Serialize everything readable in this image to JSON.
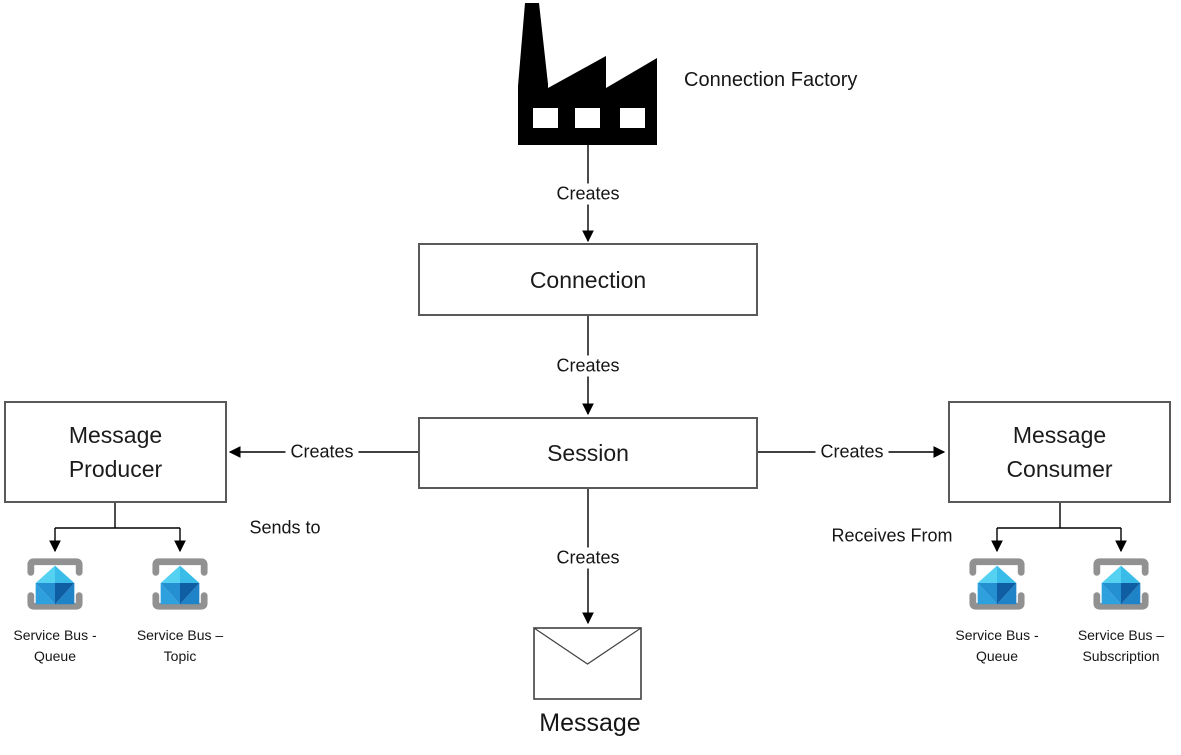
{
  "nodes": {
    "connection_factory": {
      "label": "Connection Factory"
    },
    "connection": {
      "label": "Connection"
    },
    "session": {
      "label": "Session"
    },
    "producer": {
      "line1": "Message",
      "line2": "Producer"
    },
    "consumer": {
      "line1": "Message",
      "line2": "Consumer"
    },
    "message": {
      "label": "Message"
    }
  },
  "edges": {
    "creates": "Creates",
    "sends_to": "Sends to",
    "receives_from": "Receives From"
  },
  "service_bus": {
    "producer_targets": [
      {
        "line1": "Service Bus -",
        "line2": "Queue"
      },
      {
        "line1": "Service Bus –",
        "line2": "Topic"
      }
    ],
    "consumer_sources": [
      {
        "line1": "Service Bus -",
        "line2": "Queue"
      },
      {
        "line1": "Service Bus –",
        "line2": "Subscription"
      }
    ]
  },
  "icons": {
    "factory": "factory-icon",
    "service_bus": "service-bus-icon",
    "envelope": "envelope-icon"
  },
  "colors": {
    "icon_black": "#000000",
    "bracket_gray": "#919191",
    "sb_roof_left": "#55D1F1",
    "sb_roof_right": "#3ABCE8",
    "sb_left_flap": "#2FA0DE",
    "sb_right_flap": "#1F83C8",
    "sb_mid_left": "#2490D2",
    "sb_mid_right": "#0F5EA4",
    "box_border": "#595959",
    "line_color": "#000000",
    "envelope_stroke": "#404040"
  }
}
